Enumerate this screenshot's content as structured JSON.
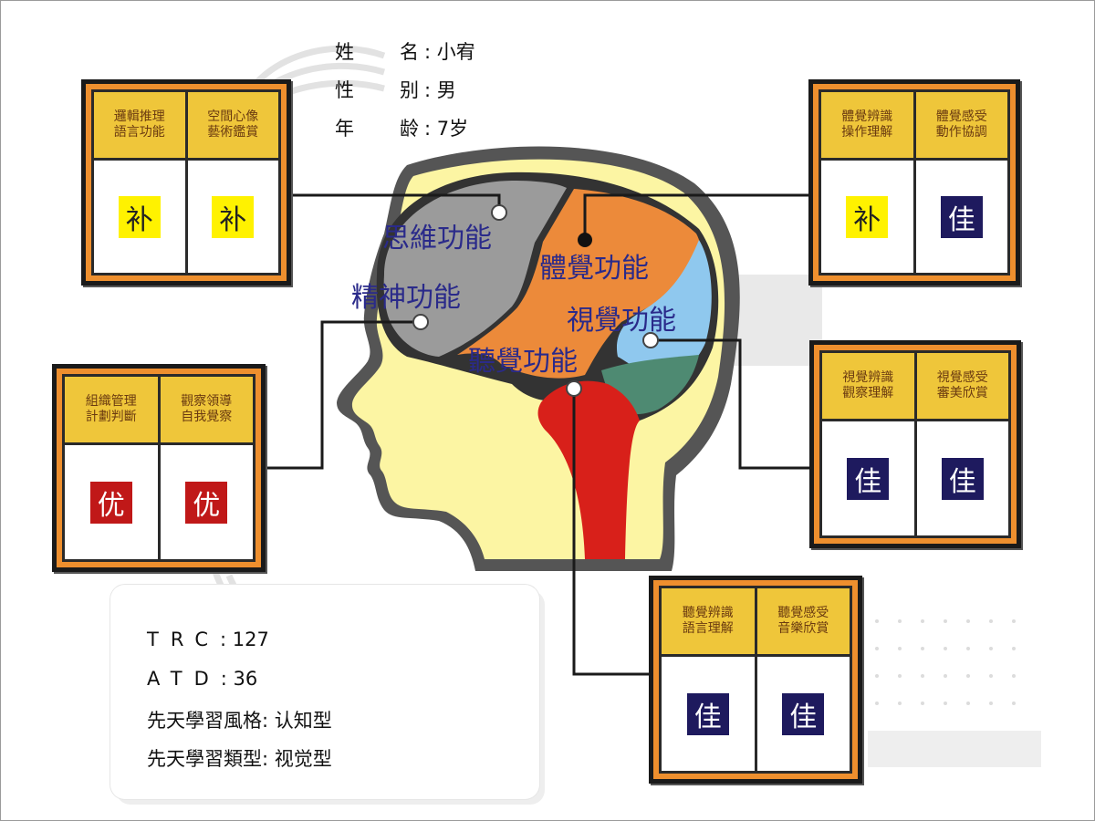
{
  "person": [
    {
      "label": "姓",
      "label2": "名",
      "value": "小宥"
    },
    {
      "label": "性",
      "label2": "别",
      "value": "男"
    },
    {
      "label": "年",
      "label2": "龄",
      "value": "7岁"
    }
  ],
  "brain_labels": {
    "thinking": "思維功能",
    "body_sense": "體覺功能",
    "spirit": "精神功能",
    "visual": "視覺功能",
    "hearing": "聽覺功能"
  },
  "cards": [
    {
      "head1": "邏輯推理\n語言功能",
      "head2": "空間心像\n藝術鑑賞",
      "val1": "补",
      "val2": "补"
    },
    {
      "head1": "體覺辨識\n操作理解",
      "head2": "體覺感受\n動作協調",
      "val1": "补",
      "val2": "佳"
    },
    {
      "head1": "組織管理\n計劃判斷",
      "head2": "觀察領導\n自我覺察",
      "val1": "优",
      "val2": "优"
    },
    {
      "head1": "視覺辨識\n觀察理解",
      "head2": "視覺感受\n審美欣賞",
      "val1": "佳",
      "val2": "佳"
    },
    {
      "head1": "聽覺辨識\n語言理解",
      "head2": "聽覺感受\n音樂欣賞",
      "val1": "佳",
      "val2": "佳"
    }
  ],
  "summary": {
    "trc_label": "TRC",
    "trc_value": ": 127",
    "atd_label": "ATD",
    "atd_value": ": 36",
    "style_label": "先天學習風格:",
    "style_value": "认知型",
    "type_label": "先天學習類型:",
    "type_value": "视觉型"
  },
  "colors": {
    "card_frame": "#ee8f2e",
    "card_header": "#efc63a",
    "skull": "#555555",
    "head_fill": "#fcf5a3",
    "thinking_region": "#9b9b9b",
    "body_region": "#ec8a3a",
    "visual_region": "#8fc8ee",
    "hearing_region": "#4e8a72",
    "brainstem": "#d8201a",
    "label_blue": "#2a2a8a"
  }
}
